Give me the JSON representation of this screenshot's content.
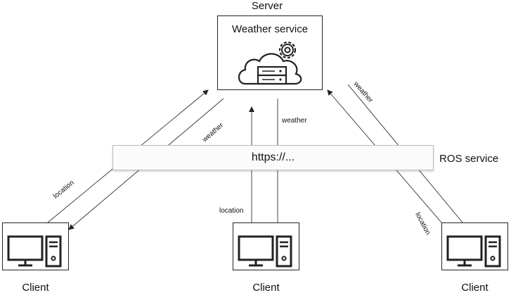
{
  "server": {
    "title": "Server",
    "service_label": "Weather service"
  },
  "ros": {
    "url": "https://...",
    "label": "ROS service"
  },
  "clients": [
    {
      "label": "Client"
    },
    {
      "label": "Client"
    },
    {
      "label": "Client"
    }
  ],
  "edges": {
    "left_location": "location",
    "left_weather": "weather",
    "center_location": "location",
    "center_weather": "weather",
    "right_weather": "weather",
    "right_location": "location"
  }
}
